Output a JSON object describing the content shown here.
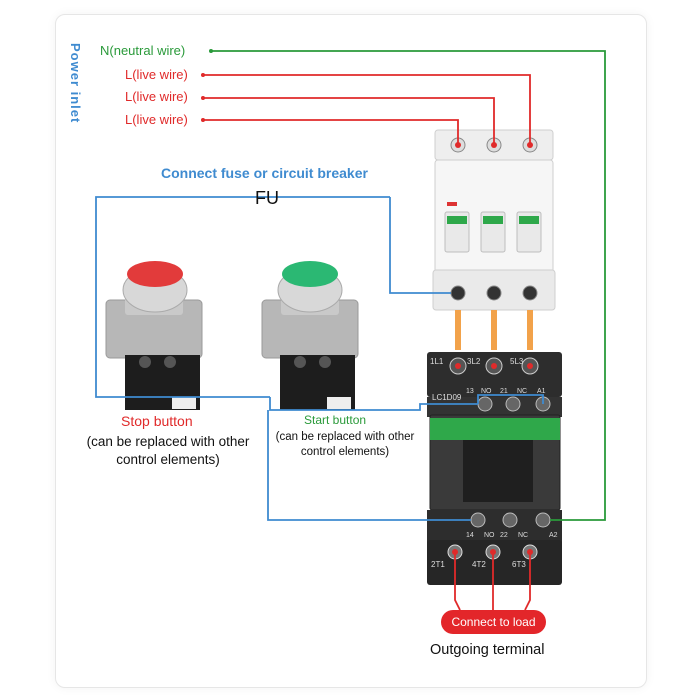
{
  "labels": {
    "power_inlet": "Power inlet",
    "neutral": "N(neutral wire)",
    "live": [
      "L(live wire)",
      "L(live wire)",
      "L(live wire)"
    ],
    "fuse_instruction": "Connect fuse or circuit breaker",
    "fu": "FU",
    "stop_title": "Stop button",
    "stop_desc": "(can be replaced with other control elements)",
    "start_title": "Start button",
    "start_desc": "(can be replaced with other control elements)",
    "connect_load": "Connect to load",
    "outgoing_terminal": "Outgoing terminal"
  },
  "contactor": {
    "model": "LC1D09",
    "top_terminals": [
      "1L1",
      "3L2",
      "5L3"
    ],
    "aux_top": [
      "13",
      "NO",
      "21",
      "NC",
      "A1"
    ],
    "aux_bottom": [
      "14",
      "NO",
      "22",
      "NC",
      "A2"
    ],
    "load_terminals": [
      "2T1",
      "4T2",
      "6T3"
    ]
  },
  "colors": {
    "neutral_wire": "#2a9a3a",
    "live_wire": "#e02a2a",
    "control_wire": "#3f8bd0",
    "stop_button": "#e23b3b",
    "start_button": "#2bb873",
    "contactor_accent": "#2fa84a",
    "load_badge": "#e3262a"
  }
}
